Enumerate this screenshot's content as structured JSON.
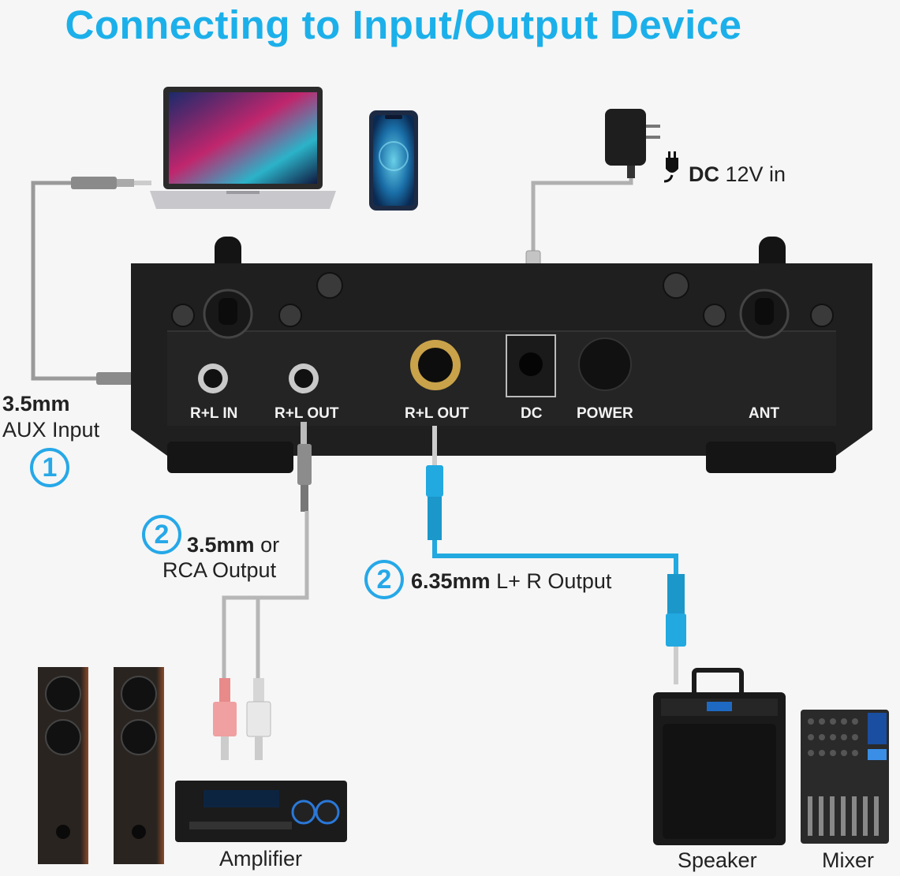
{
  "title": "Connecting to Input/Output Device",
  "colors": {
    "accent": "#1cb0ea",
    "panel": "#1e1e1e",
    "cable_blue": "#21a9e0",
    "cable_gray": "#a8a8a8"
  },
  "power": {
    "bold": "DC",
    "text": " 12V in"
  },
  "aux": {
    "line1": "3.5mm",
    "line2": "AUX Input",
    "number": "1"
  },
  "rca": {
    "bold": "3.5mm",
    "text": " or",
    "line2": "RCA Output",
    "number": "2"
  },
  "jack635": {
    "bold": "6.35mm",
    "text": " L+ R Output",
    "number": "2"
  },
  "panel": {
    "ports": [
      "R+L IN",
      "R+L OUT",
      "R+L OUT",
      "DC",
      "POWER",
      "ANT"
    ]
  },
  "devices": {
    "amplifier": "Amplifier",
    "speaker": "Speaker",
    "mixer": "Mixer"
  }
}
